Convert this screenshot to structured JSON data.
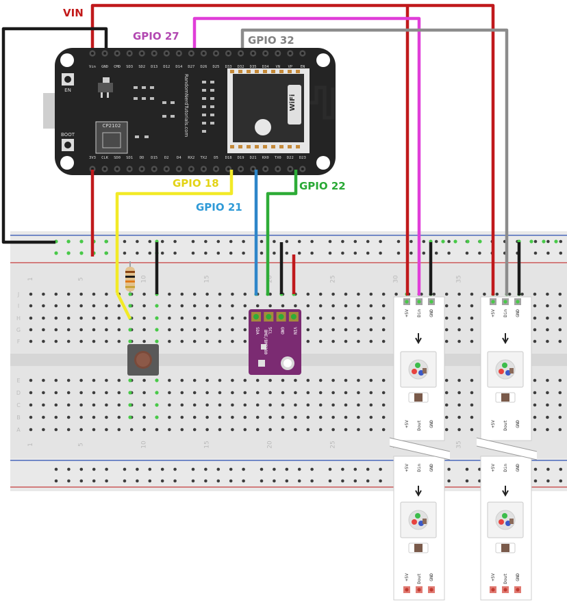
{
  "labels": {
    "vin": "VIN",
    "gpio27": "GPIO 27",
    "gpio32": "GPIO 32",
    "gpio18": "GPIO 18",
    "gpio21": "GPIO 21",
    "gpio22": "GPIO 22"
  },
  "colors": {
    "red": "#c0191c",
    "magenta": "#e03ed8",
    "gray": "#8c8c8c",
    "yellow": "#f2ea27",
    "blue": "#2e86c9",
    "green": "#2eac37",
    "black": "#1a1a1a",
    "board": "#242424",
    "sensor": "#7b2b72",
    "label_gpio27": "#b248b1",
    "label_gpio32": "#808080",
    "label_gpio18": "#e3d316",
    "label_gpio21": "#2f9ad7",
    "label_gpio22": "#28a834",
    "label_vin": "#c21a1a"
  },
  "esp32": {
    "top_pins": [
      "Vin",
      "GND",
      "CMD",
      "SD3",
      "SD2",
      "D13",
      "D12",
      "D14",
      "D27",
      "D26",
      "D25",
      "D33",
      "D32",
      "D35",
      "D34",
      "VN",
      "VP",
      "EN"
    ],
    "bottom_pins": [
      "3V3",
      "CLK",
      "SD0",
      "SD1",
      "DD",
      "D15",
      "D2",
      "D4",
      "RX2",
      "TX2",
      "D5",
      "D18",
      "D19",
      "D21",
      "RX0",
      "TX0",
      "D22",
      "D23"
    ],
    "buttons": [
      "EN",
      "BOOT"
    ],
    "chip_label": "CP2102",
    "side_text": "RandomNerdTutorials.com",
    "wifi_text": "WiFi"
  },
  "sensor": {
    "pins": [
      "SDA",
      "SCL",
      "GND",
      "VIN"
    ],
    "name": "BME/BMP280"
  },
  "breadboard": {
    "row_letters_top": [
      "J",
      "I",
      "H",
      "G",
      "F"
    ],
    "row_letters_bottom": [
      "E",
      "D",
      "C",
      "B",
      "A"
    ],
    "column_numbers": [
      "1",
      "5",
      "10",
      "15",
      "20",
      "25",
      "30",
      "35"
    ]
  },
  "led_strip": {
    "pins": [
      "+5V",
      "Din",
      "GND"
    ],
    "out_pins": [
      "+5V",
      "Dout",
      "GND"
    ]
  }
}
